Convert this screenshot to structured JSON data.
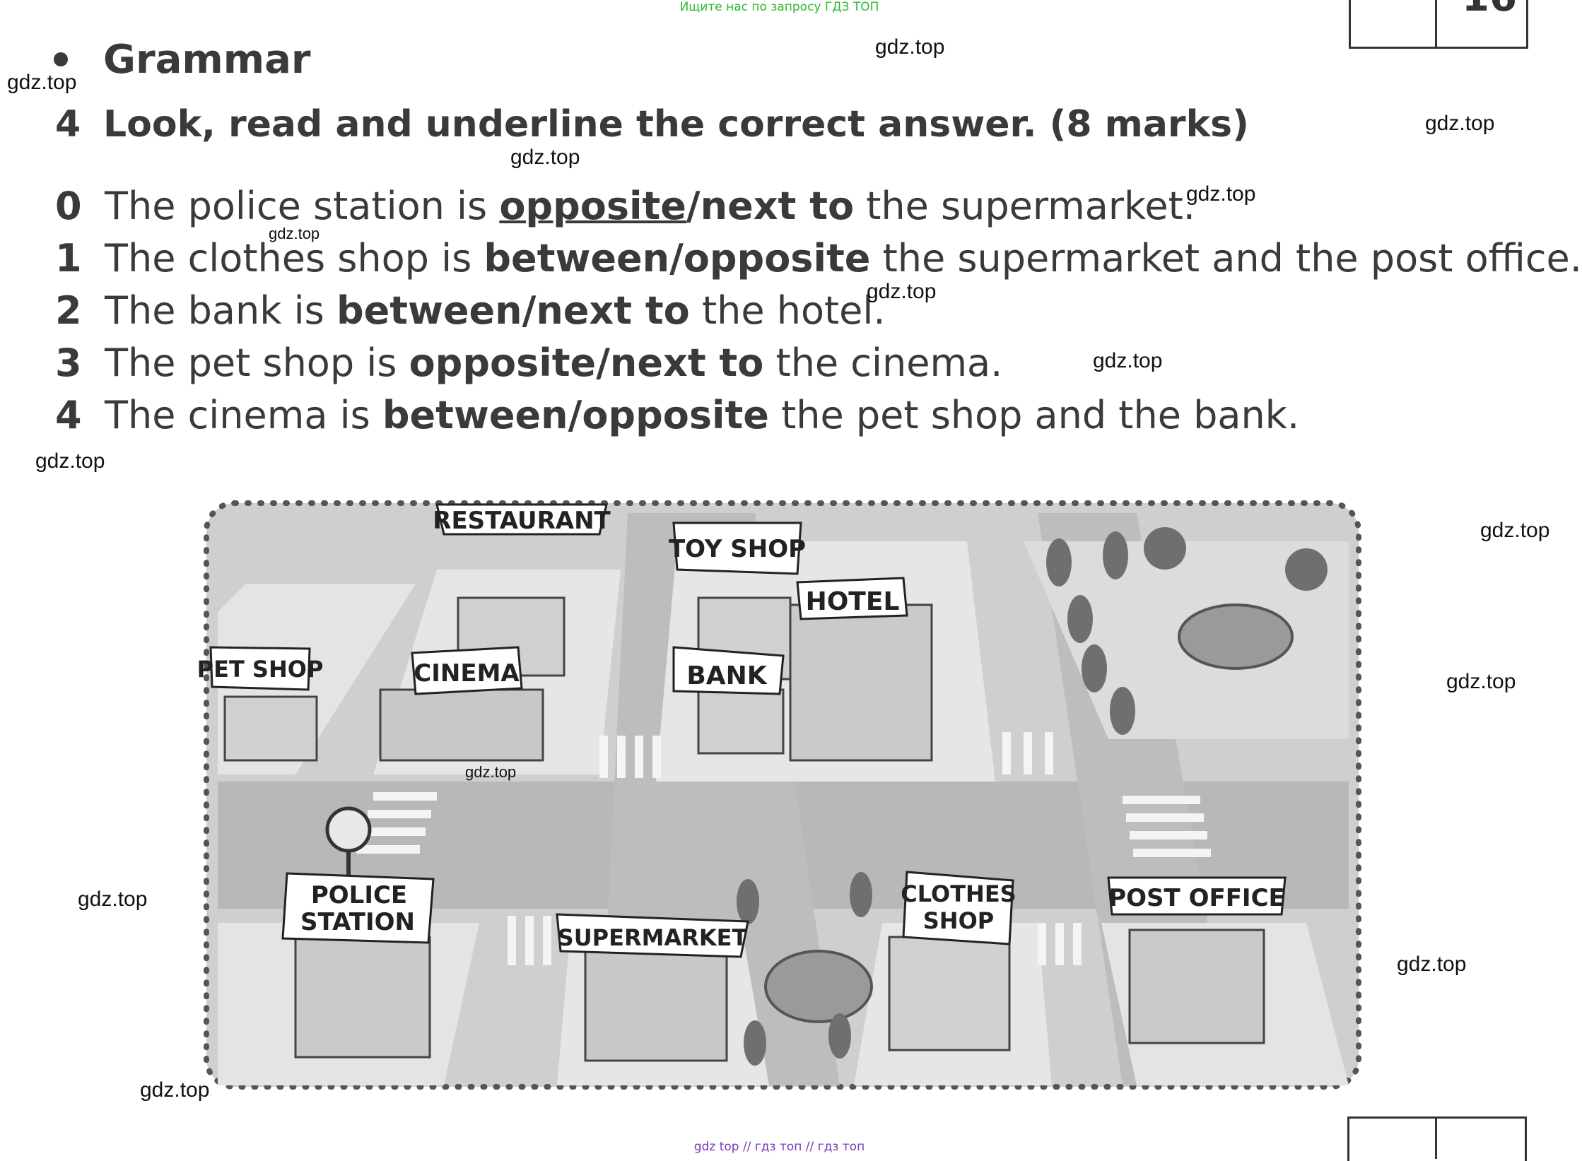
{
  "top_banner": "Ищите нас по запросу ГДЗ ТОП",
  "bottom_banner": "gdz top  //  гдз топ  //  гдз топ",
  "watermark": "gdz.top",
  "page_number_partial": "16",
  "section": {
    "title": "Grammar"
  },
  "task": {
    "number": "4",
    "instruction": "Look, read and underline the correct answer. (8 marks)"
  },
  "items": [
    {
      "n": "0",
      "pre": "The police station is ",
      "opt1": "opposite",
      "sep": "/",
      "opt2": "next to",
      "post": " the supermarket."
    },
    {
      "n": "1",
      "pre": "The clothes shop is ",
      "opt1": "between",
      "sep": "/",
      "opt2": "opposite",
      "post": " the supermarket and the post office."
    },
    {
      "n": "2",
      "pre": "The bank is ",
      "opt1": "between",
      "sep": "/",
      "opt2": "next to",
      "post": " the hotel."
    },
    {
      "n": "3",
      "pre": "The pet shop is ",
      "opt1": "opposite",
      "sep": "/",
      "opt2": "next to",
      "post": " the cinema."
    },
    {
      "n": "4",
      "pre": "The cinema is ",
      "opt1": "between",
      "sep": "/",
      "opt2": "opposite",
      "post": " the pet shop and the bank."
    }
  ],
  "map_labels": {
    "restaurant": "RESTAURANT",
    "toy_shop": "TOY SHOP",
    "hotel": "HOTEL",
    "pet_shop": "PET SHOP",
    "cinema": "CINEMA",
    "bank": "BANK",
    "police_station_1": "POLICE",
    "police_station_2": "STATION",
    "supermarket": "SUPERMARKET",
    "clothes_shop_1": "CLOTHES",
    "clothes_shop_2": "SHOP",
    "post_office": "POST OFFICE"
  }
}
